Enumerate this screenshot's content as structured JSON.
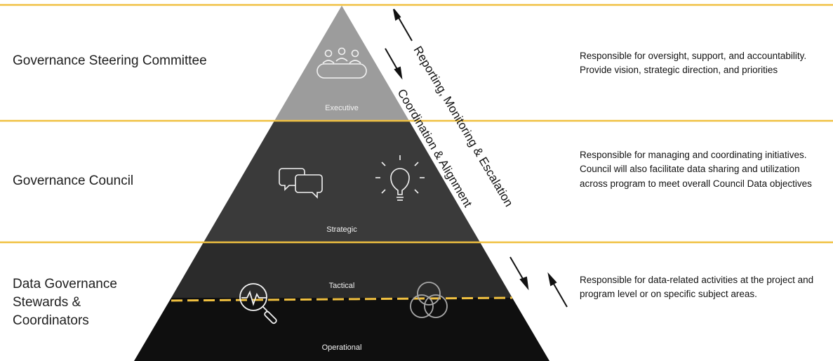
{
  "tiers": [
    {
      "label": "Governance Steering Committee",
      "level": "Executive",
      "description": "Responsible for oversight, support, and accountability. Provide vision, strategic direction, and priorities"
    },
    {
      "label": "Governance Council",
      "level": "Strategic",
      "description": "Responsible for managing and coordinating initiatives. Council will also facilitate data sharing and utilization across program to meet overall Council Data objectives"
    },
    {
      "label": "Data Governance\nStewards &\nCoordinators",
      "level": "Tactical",
      "description": "Responsible for data-related activities at the project and program level or on specific subject areas."
    }
  ],
  "operational_level": "Operational",
  "flow_labels": {
    "upward": "Reporting, Monitoring & Escalation",
    "downward": "Coordination & Alignment"
  },
  "icons": {
    "executive": "meeting-table-icon",
    "strategic_left": "chat-bubbles-icon",
    "strategic_right": "lightbulb-icon",
    "tactical_left": "magnifier-pulse-icon",
    "tactical_right": "venn-circles-icon"
  },
  "colors": {
    "separator": "#f0c040",
    "executive": "#9c9c9c",
    "strategic": "#3a3a3a",
    "tactical": "#2b2b2b",
    "operational": "#0f0f0f"
  }
}
